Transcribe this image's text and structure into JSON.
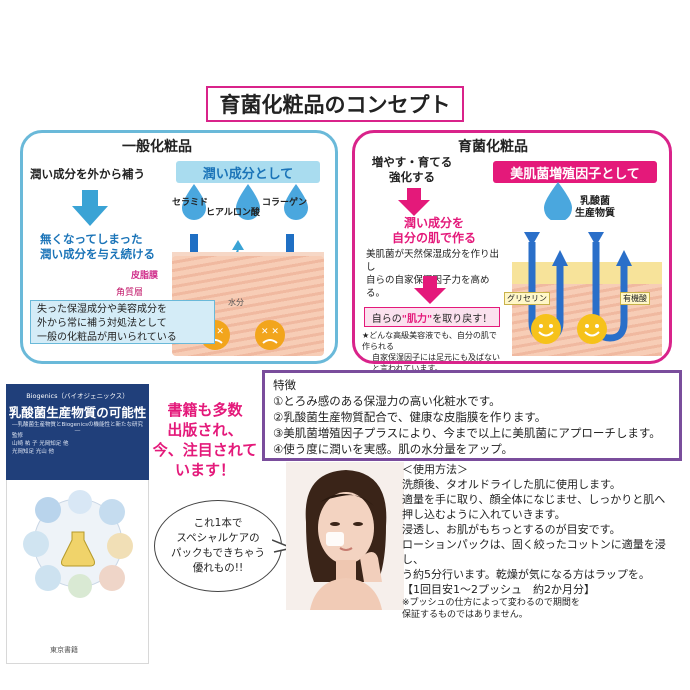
{
  "title": "育菌化粧品のコンセプト",
  "left": {
    "heading": "一般化粧品",
    "lead": "潤い成分を外から補う",
    "banner": "潤い成分として",
    "ingredients": [
      "セラミド",
      "ヒアルロン酸",
      "コラーゲン"
    ],
    "mid_text": [
      "無くなってしまった",
      "潤い成分を与え続ける"
    ],
    "label_sebum": "皮脂膜",
    "label_stratum": "角質層",
    "label_water": "水分",
    "note": [
      "失った保湿成分や美容成分を",
      "外から常に補う対処法として",
      "一般の化粧品が用いられている"
    ]
  },
  "right": {
    "heading": "育菌化粧品",
    "lead": [
      "増やす・育てる",
      "強化する"
    ],
    "banner": "美肌菌増殖因子として",
    "bacteria_label": [
      "乳酸菌",
      "生産物質"
    ],
    "mid_text": [
      "潤い成分を",
      "自分の肌で作る"
    ],
    "desc": [
      "美肌菌が天然保湿成分を作り出し",
      "自らの自家保湿因子力を高める。"
    ],
    "power_box": {
      "pre": "自らの",
      "em": "\"肌力\"",
      "post": "を取り戻す！"
    },
    "note": [
      "★どんな高級美容液でも、自分の肌で作られる",
      "自家保湿因子には足元にも及ばない",
      "と言われています。"
    ],
    "label_glycerin": "グリセリン",
    "label_organic": "有機酸"
  },
  "features": {
    "heading": "特徴",
    "items": [
      "①とろみ感のある保湿力の高い化粧水です。",
      "②乳酸菌生産物質配合で、健康な皮脂膜を作ります。",
      "③美肌菌増殖因子プラスにより、今まで以上に美肌菌にアプローチします。",
      "④使う度に潤いを実感。肌の水分量をアップ。"
    ]
  },
  "book": {
    "subtitle": "Biogenics（バイオジェニックス）",
    "title": "乳酸菌生産物質の可能性",
    "desc": "―乳酸菌生産物質とBiogenicsの機能性と新たな研究―",
    "editors": [
      "監修",
      "山崎  祐  子  光岡知足  他",
      "光岡知足  光山  他"
    ],
    "publisher": "東京書籍"
  },
  "callout": [
    "書籍も多数",
    "出版され、",
    "今、注目されて",
    "います！"
  ],
  "bubble": [
    "これ1本で",
    "スペシャルケアの",
    "パックもできちゃう",
    "優れもの!!"
  ],
  "usage": {
    "heading": "＜使用方法＞",
    "lines": [
      "洗顔後、タオルドライした肌に使用します。",
      "適量を手に取り、顔全体になじませ、しっかりと肌へ",
      "押し込むように入れていきます。",
      "浸透し、お肌がもちっとするのが目安です。",
      "ローションパックは、固く絞ったコットンに適量を浸し、",
      "う約5分行います。乾燥が気になる方はラップを。",
      "【1回目安1～2プッシュ　約2か月分】"
    ],
    "notes": [
      "※プッシュの仕方によって変わるので期間を",
      "保証するものではありません。"
    ]
  },
  "colors": {
    "title_border": "#d9238a",
    "left_border": "#6ab9d9",
    "left_accent": "#1b74b8",
    "right_border": "#d9238a",
    "right_accent": "#e4197a",
    "features_border": "#7a4d9c",
    "book_band": "#203f7a"
  }
}
